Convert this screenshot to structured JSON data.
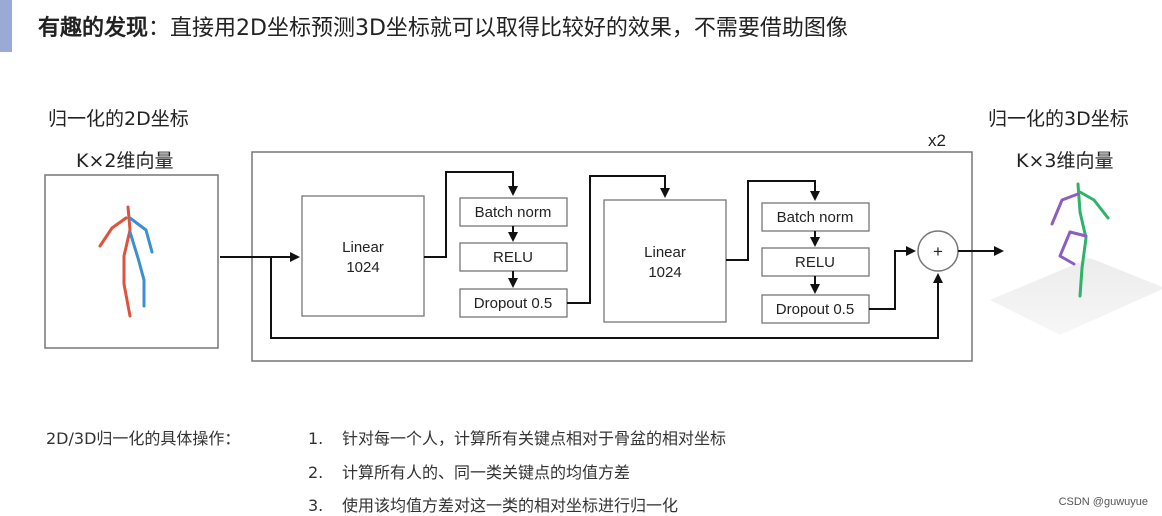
{
  "header": {
    "title_bold": "有趣的发现",
    "title_colon": "：",
    "title_rest": "直接用2D坐标预测3D坐标就可以取得比较好的效果，不需要借助图像"
  },
  "input": {
    "label_line1": "归一化的2D坐标",
    "label_line2": "K×2维向量"
  },
  "output": {
    "label_line1": "归一化的3D坐标",
    "label_line2": "K×3维向量"
  },
  "network": {
    "repeat_label": "x2",
    "linear1": {
      "line1": "Linear",
      "line2": "1024"
    },
    "linear2": {
      "line1": "Linear",
      "line2": "1024"
    },
    "batch_norm": "Batch norm",
    "relu": "RELU",
    "dropout": "Dropout 0.5",
    "plus": "+"
  },
  "operations": {
    "title": "2D/3D归一化的具体操作：",
    "items": [
      {
        "num": "1.",
        "text": "针对每一个人，计算所有关键点相对于骨盆的相对坐标"
      },
      {
        "num": "2.",
        "text": "计算所有人的、同一类关键点的均值方差"
      },
      {
        "num": "3.",
        "text": "使用该均值方差对这一类的相对坐标进行归一化"
      }
    ]
  },
  "watermark": "CSDN @guwuyue",
  "colors": {
    "accent": "#9aa9d6",
    "skeleton_red": "#e0523c",
    "skeleton_blue": "#3b8fd3",
    "skeleton_purple": "#8a5fc0",
    "skeleton_green": "#2fb36b"
  }
}
